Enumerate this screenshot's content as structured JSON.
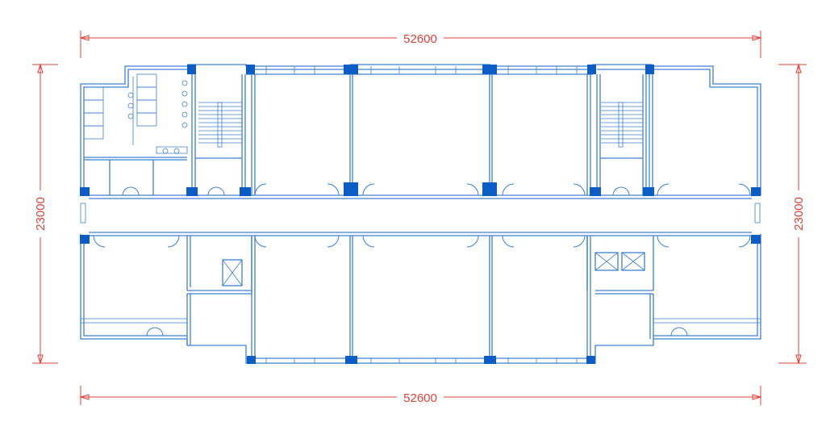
{
  "drawing": {
    "title": "Floor plan",
    "dimensions": {
      "top_width": "52600",
      "bottom_width": "52600",
      "left_height": "23000",
      "right_height": "23000"
    },
    "colors": {
      "wall": "#3d7fd6",
      "column": "#0b5cc4",
      "dimension": "#e3403a"
    }
  }
}
